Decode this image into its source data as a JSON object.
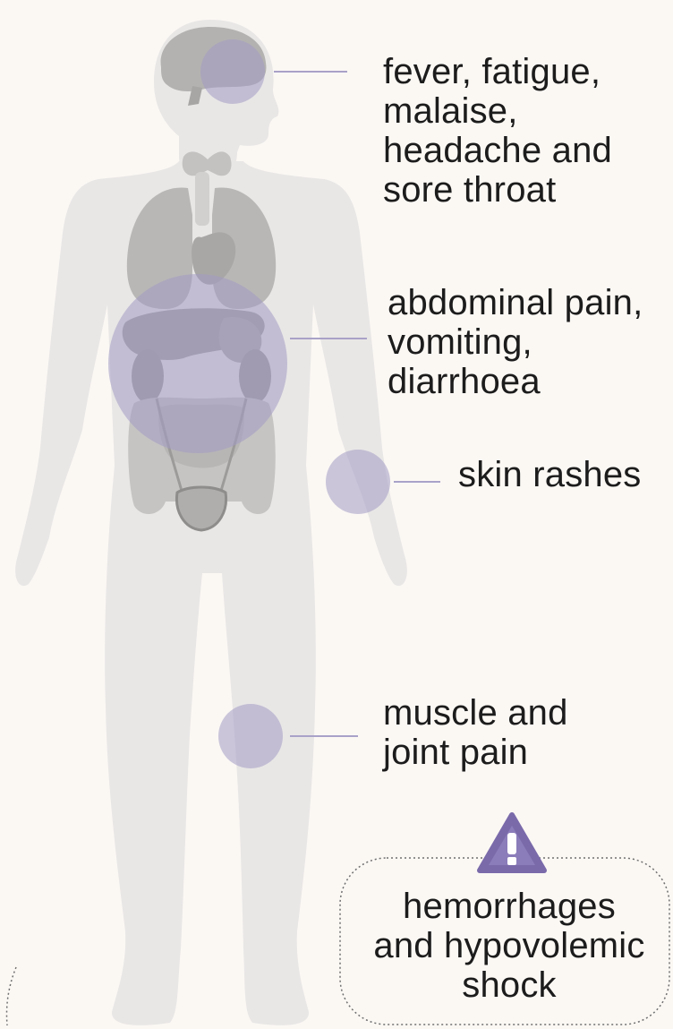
{
  "symptoms": {
    "head": {
      "lines": [
        "fever, fatigue,",
        "malaise,",
        "headache and",
        "sore throat"
      ]
    },
    "abdomen": {
      "lines": [
        "abdominal pain,",
        "vomiting,",
        "diarrhoea"
      ]
    },
    "skin": {
      "lines": [
        "skin rashes"
      ]
    },
    "muscle": {
      "lines": [
        "muscle and",
        "joint pain"
      ]
    },
    "shock": {
      "lines": [
        "hemorrhages",
        "and hypovolemic",
        "shock"
      ]
    }
  },
  "colors": {
    "background": "#fbf8f4",
    "body_silhouette": "#e9e7e6",
    "organs": "#b3b1b0",
    "highlight_circle": "#a39ac2",
    "connector_line": "#a9a2c8",
    "warning_icon": "#7a6aaa",
    "text": "#1c1c1c",
    "dotted_border": "#6f6f6f"
  },
  "icons": {
    "warning": "warning-triangle-icon"
  }
}
